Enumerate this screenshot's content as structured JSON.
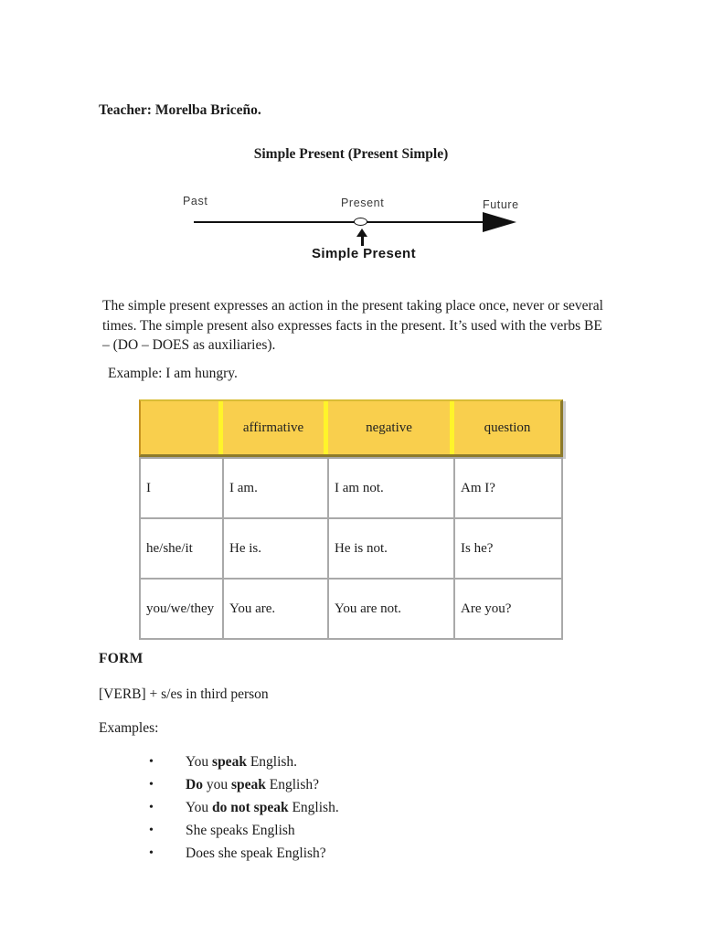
{
  "page": {
    "teacher_line": "Teacher: Morelba Briceño.",
    "title": "Simple Present (Present Simple)"
  },
  "timeline": {
    "past_label": "Past",
    "present_label": "Present",
    "future_label": "Future",
    "caption": "Simple Present"
  },
  "intro": {
    "paragraph": "The simple present expresses an action in the present taking place once, never or several times. The simple present also expresses facts in the present. It’s used with the verbs BE – (DO – DOES as auxiliaries).",
    "example_line": "Example: I am hungry."
  },
  "conjugation_table": {
    "headers": [
      "",
      "affirmative",
      "negative",
      "question"
    ],
    "rows": [
      [
        "I",
        "I am.",
        "I am not.",
        "Am I?"
      ],
      [
        "he/she/it",
        "He is.",
        "He is not.",
        "Is he?"
      ],
      [
        "you/we/they",
        "You are.",
        "You are not.",
        "Are you?"
      ]
    ]
  },
  "form_section": {
    "heading": "FORM",
    "rule": "[VERB] + s/es in third person",
    "examples_label": "Examples:"
  },
  "examples_list": [
    {
      "segments": [
        {
          "t": "You ",
          "b": false
        },
        {
          "t": "speak",
          "b": true
        },
        {
          "t": " English.",
          "b": false
        }
      ]
    },
    {
      "segments": [
        {
          "t": "Do",
          "b": true
        },
        {
          "t": " you ",
          "b": false
        },
        {
          "t": "speak",
          "b": true
        },
        {
          "t": " English?",
          "b": false
        }
      ]
    },
    {
      "segments": [
        {
          "t": "You ",
          "b": false
        },
        {
          "t": "do not speak",
          "b": true
        },
        {
          "t": " English.",
          "b": false
        }
      ]
    },
    {
      "segments": [
        {
          "t": "She speaks English",
          "b": false
        }
      ]
    },
    {
      "segments": [
        {
          "t": "Does she speak English?",
          "b": false
        }
      ]
    }
  ],
  "bullet_glyph": "•",
  "colors": {
    "header_fill": "#F9CF4D",
    "header_separator": "#FFF42A",
    "header_border_dark": "#8C7A2B",
    "header_border_top": "#D9BC35",
    "header_border_left": "#C79320",
    "header_shadow": "#CCCCCC",
    "body_border": "#A9A9A9",
    "text": "#1C1C1C",
    "diagram_ink": "#111111"
  }
}
